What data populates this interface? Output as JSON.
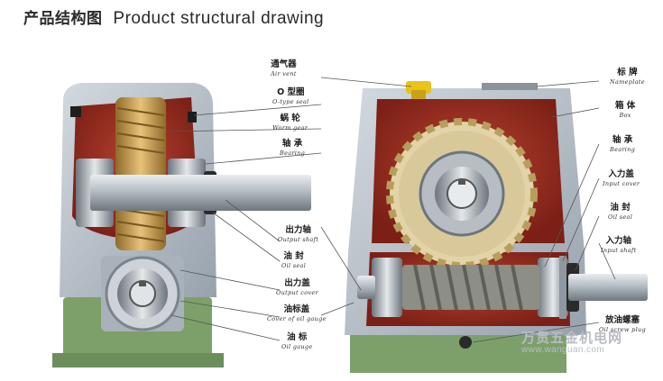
{
  "title": {
    "zh": "产品结构图",
    "en": "Product  structural drawing"
  },
  "labels_left": [
    {
      "key": "air-vent",
      "zh": "通气器",
      "en": "Air vent"
    },
    {
      "key": "o-type-seal",
      "zh": "O 型圈",
      "en": "O-type seal"
    },
    {
      "key": "worm-gear",
      "zh": "蜗 轮",
      "en": "Worm gear"
    },
    {
      "key": "bearing",
      "zh": "轴 承",
      "en": "Bearing"
    },
    {
      "key": "output-shaft",
      "zh": "出力轴",
      "en": "Output shaft"
    },
    {
      "key": "oil-seal",
      "zh": "油 封",
      "en": "Oil seal"
    },
    {
      "key": "output-cover",
      "zh": "出力盖",
      "en": "Output cover"
    },
    {
      "key": "oil-gauge-cover",
      "zh": "油标盖",
      "en": "Cover of oil gauge"
    },
    {
      "key": "oil-gauge",
      "zh": "油 标",
      "en": "Oil gauge"
    }
  ],
  "labels_right": [
    {
      "key": "nameplate",
      "zh": "标 牌",
      "en": "Nameplate"
    },
    {
      "key": "box",
      "zh": "箱 体",
      "en": "Box"
    },
    {
      "key": "bearing",
      "zh": "轴 承",
      "en": "Bearing"
    },
    {
      "key": "input-cover",
      "zh": "入力盖",
      "en": "Input cover"
    },
    {
      "key": "oil-seal",
      "zh": "油 封",
      "en": "Oil seal"
    },
    {
      "key": "input-shaft",
      "zh": "入力轴",
      "en": "Input shaft"
    },
    {
      "key": "oil-screw-plug",
      "zh": "放油螺塞",
      "en": "Oil screw plug"
    }
  ],
  "watermark": {
    "zh": "万贯五金机电网",
    "en": "www.wanguan.com"
  },
  "colors": {
    "housing_gray": "#b9c2cc",
    "housing_red": "#9a2a1e",
    "bronze": "#c9a45a",
    "steel": "#9aa3ab",
    "base_green": "#7da06a",
    "vent_yellow": "#e9c21a"
  }
}
